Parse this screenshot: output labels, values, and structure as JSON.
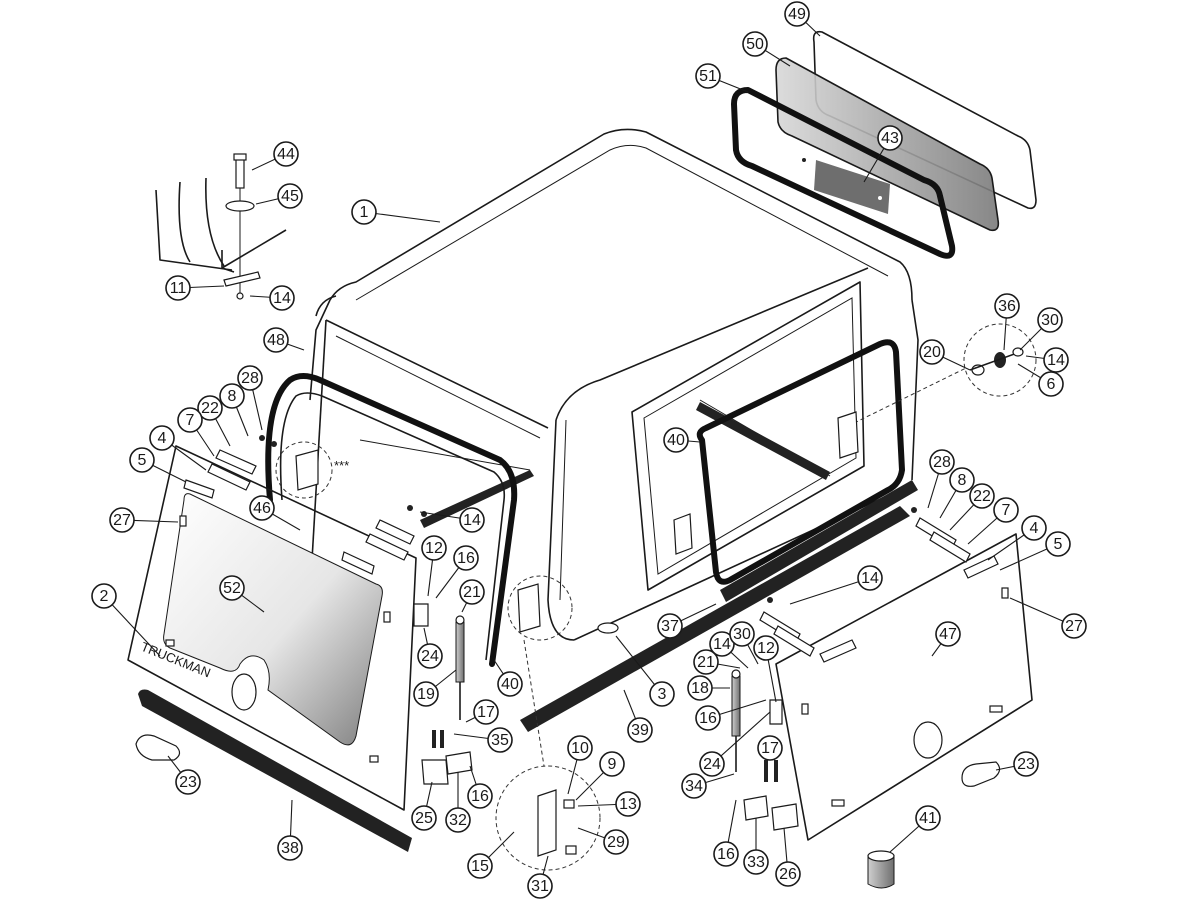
{
  "diagram": {
    "brand_text": "TRUCKMAN",
    "asterisk_note": "***",
    "callouts": [
      {
        "id": "c49",
        "n": "49"
      },
      {
        "id": "c50",
        "n": "50"
      },
      {
        "id": "c51",
        "n": "51"
      },
      {
        "id": "c43",
        "n": "43"
      },
      {
        "id": "c44",
        "n": "44"
      },
      {
        "id": "c45",
        "n": "45"
      },
      {
        "id": "c1",
        "n": "1"
      },
      {
        "id": "c11",
        "n": "11"
      },
      {
        "id": "c14a",
        "n": "14"
      },
      {
        "id": "c36",
        "n": "36"
      },
      {
        "id": "c30a",
        "n": "30"
      },
      {
        "id": "c20",
        "n": "20"
      },
      {
        "id": "c14b",
        "n": "14"
      },
      {
        "id": "c6",
        "n": "6"
      },
      {
        "id": "c48",
        "n": "48"
      },
      {
        "id": "c28a",
        "n": "28"
      },
      {
        "id": "c8a",
        "n": "8"
      },
      {
        "id": "c22a",
        "n": "22"
      },
      {
        "id": "c7a",
        "n": "7"
      },
      {
        "id": "c4a",
        "n": "4"
      },
      {
        "id": "c5a",
        "n": "5"
      },
      {
        "id": "c46",
        "n": "46"
      },
      {
        "id": "c27a",
        "n": "27"
      },
      {
        "id": "c14c",
        "n": "14"
      },
      {
        "id": "c40a",
        "n": "40"
      },
      {
        "id": "c28b",
        "n": "28"
      },
      {
        "id": "c8b",
        "n": "8"
      },
      {
        "id": "c22b",
        "n": "22"
      },
      {
        "id": "c7b",
        "n": "7"
      },
      {
        "id": "c4b",
        "n": "4"
      },
      {
        "id": "c5b",
        "n": "5"
      },
      {
        "id": "c2",
        "n": "2"
      },
      {
        "id": "c52",
        "n": "52"
      },
      {
        "id": "c12a",
        "n": "12"
      },
      {
        "id": "c16a",
        "n": "16"
      },
      {
        "id": "c21a",
        "n": "21"
      },
      {
        "id": "c24a",
        "n": "24"
      },
      {
        "id": "c19",
        "n": "19"
      },
      {
        "id": "c40b",
        "n": "40"
      },
      {
        "id": "c14d",
        "n": "14"
      },
      {
        "id": "c37",
        "n": "37"
      },
      {
        "id": "c27b",
        "n": "27"
      },
      {
        "id": "c47",
        "n": "47"
      },
      {
        "id": "c3",
        "n": "3"
      },
      {
        "id": "c14e",
        "n": "14"
      },
      {
        "id": "c30b",
        "n": "30"
      },
      {
        "id": "c12b",
        "n": "12"
      },
      {
        "id": "c21b",
        "n": "21"
      },
      {
        "id": "c18",
        "n": "18"
      },
      {
        "id": "c39",
        "n": "39"
      },
      {
        "id": "c17a",
        "n": "17"
      },
      {
        "id": "c35",
        "n": "35"
      },
      {
        "id": "c16b",
        "n": "16"
      },
      {
        "id": "c24b",
        "n": "24"
      },
      {
        "id": "c23a",
        "n": "23"
      },
      {
        "id": "c10",
        "n": "10"
      },
      {
        "id": "c9",
        "n": "9"
      },
      {
        "id": "c13",
        "n": "13"
      },
      {
        "id": "c17b",
        "n": "17"
      },
      {
        "id": "c34",
        "n": "34"
      },
      {
        "id": "c23b",
        "n": "23"
      },
      {
        "id": "c16c",
        "n": "16"
      },
      {
        "id": "c25",
        "n": "25"
      },
      {
        "id": "c32",
        "n": "32"
      },
      {
        "id": "c29",
        "n": "29"
      },
      {
        "id": "c41",
        "n": "41"
      },
      {
        "id": "c38",
        "n": "38"
      },
      {
        "id": "c15",
        "n": "15"
      },
      {
        "id": "c16d",
        "n": "16"
      },
      {
        "id": "c33",
        "n": "33"
      },
      {
        "id": "c26",
        "n": "26"
      },
      {
        "id": "c31",
        "n": "31"
      }
    ]
  }
}
